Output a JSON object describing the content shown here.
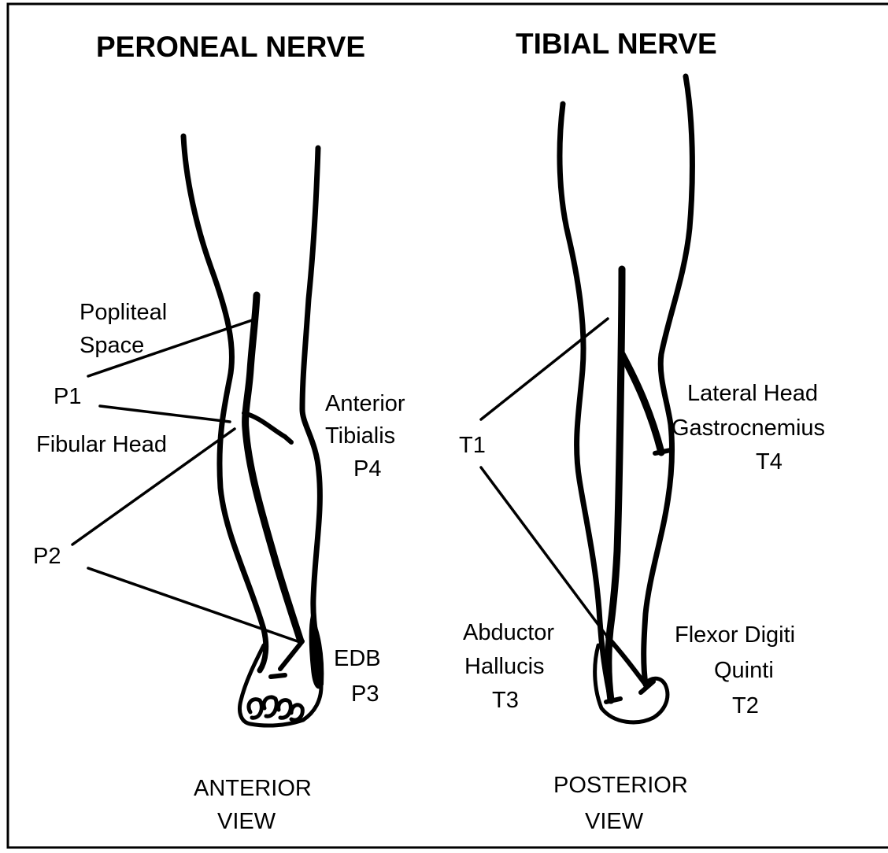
{
  "titles": {
    "left": "PERONEAL NERVE",
    "right": "TIBIAL NERVE"
  },
  "peroneal": {
    "popliteal_line1": "Popliteal",
    "popliteal_line2": "Space",
    "p1": "P1",
    "fibular_head": "Fibular Head",
    "p2": "P2",
    "anterior_line1": "Anterior",
    "anterior_line2": "Tibialis",
    "p4": "P4",
    "edb": "EDB",
    "p3": "P3",
    "view_line1": "ANTERIOR",
    "view_line2": "VIEW"
  },
  "tibial": {
    "t1": "T1",
    "lateral_line1": "Lateral Head",
    "lateral_line2": "Gastrocnemius",
    "t4": "T4",
    "abductor_line1": "Abductor",
    "abductor_line2": "Hallucis",
    "t3": "T3",
    "flexor_line1": "Flexor Digiti",
    "flexor_line2": "Quinti",
    "t2": "T2",
    "view_line1": "POSTERIOR",
    "view_line2": "VIEW"
  }
}
